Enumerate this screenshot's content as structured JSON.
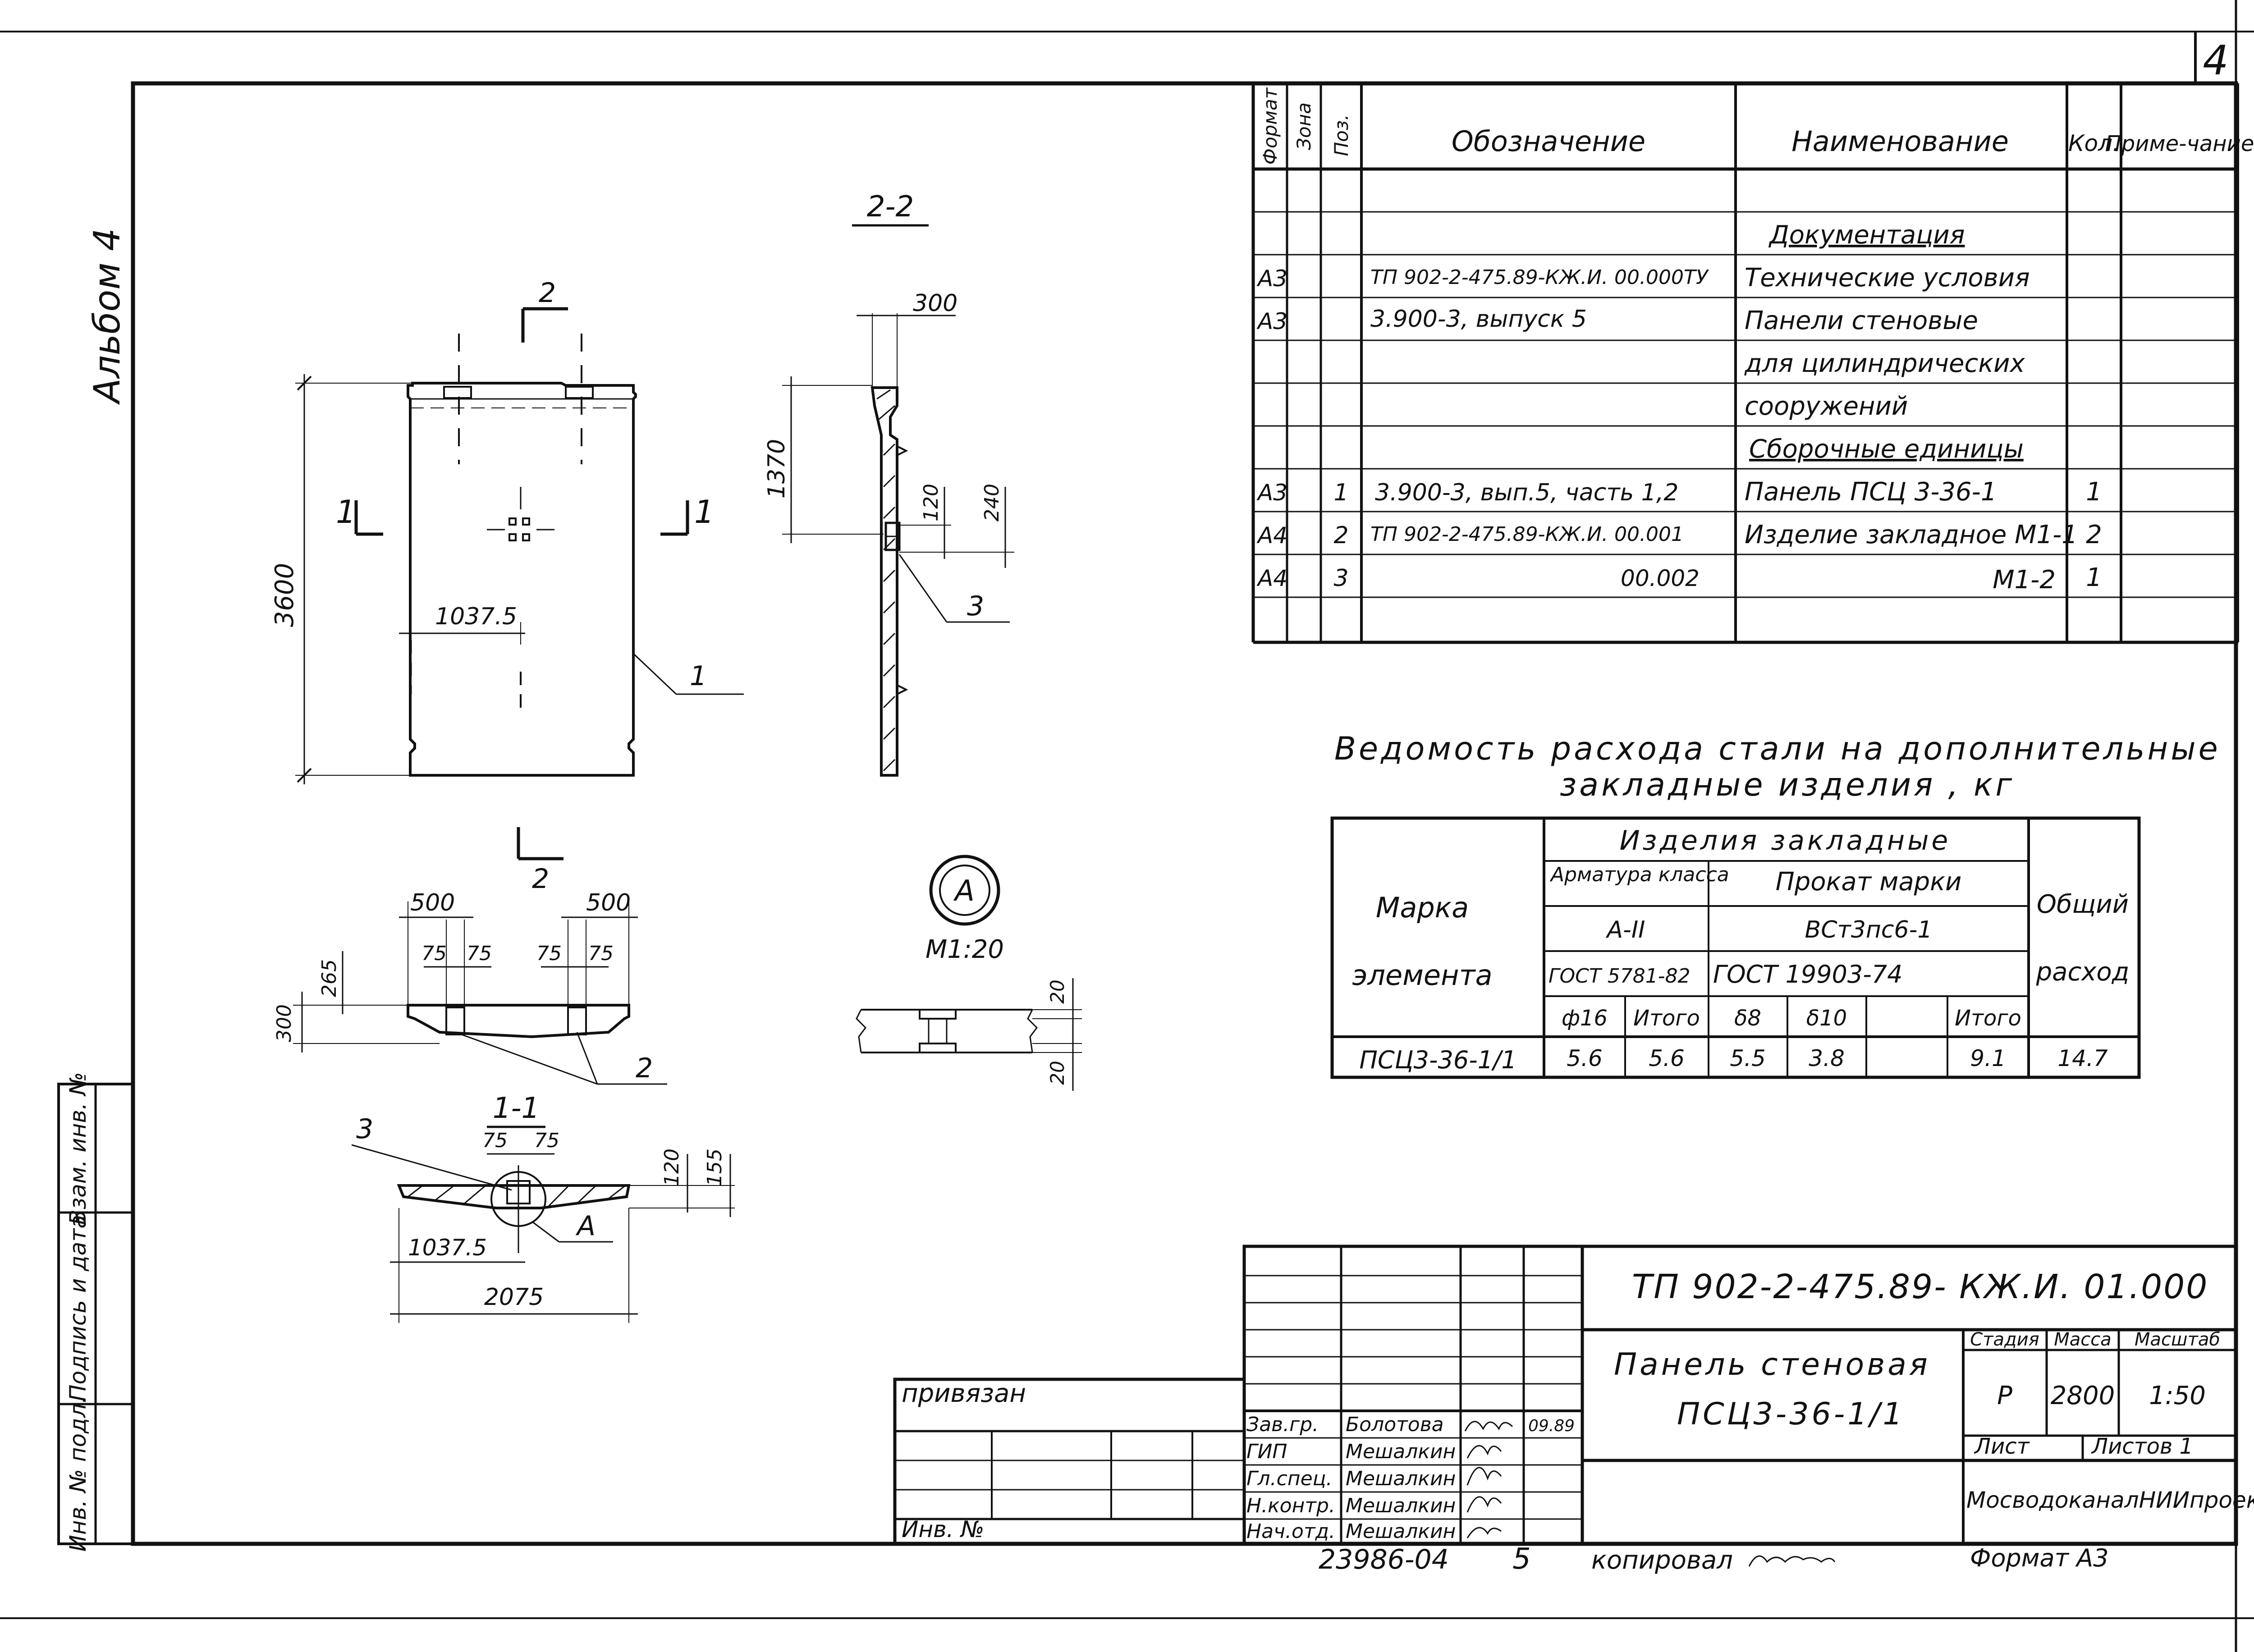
{
  "sheet": {
    "page_number": "4",
    "album": "Альбом 4"
  },
  "spec_table": {
    "headers": {
      "format": "Формат",
      "zone": "Зона",
      "pos": "Поз.",
      "designation": "Обозначение",
      "name": "Наименование",
      "qty": "Кол.",
      "note": "Приме-чание"
    },
    "rows": [
      {
        "format": "",
        "pos": "",
        "designation": "",
        "name": "",
        "qty": ""
      },
      {
        "format": "",
        "pos": "",
        "designation": "",
        "name": "Документация",
        "qty": ""
      },
      {
        "format": "А3",
        "pos": "",
        "designation": "ТП 902-2-475.89-КЖ.И. 00.000ТУ",
        "name": "Технические условия",
        "qty": ""
      },
      {
        "format": "А3",
        "pos": "",
        "designation": "3.900-3, выпуск 5",
        "name": "Панели стеновые",
        "qty": ""
      },
      {
        "format": "",
        "pos": "",
        "designation": "",
        "name": "для цилиндрических",
        "qty": ""
      },
      {
        "format": "",
        "pos": "",
        "designation": "",
        "name": "сооружений",
        "qty": ""
      },
      {
        "format": "",
        "pos": "",
        "designation": "",
        "name": "Сборочные единицы",
        "qty": ""
      },
      {
        "format": "А3",
        "pos": "1",
        "designation": "3.900-3, вып.5, часть 1,2",
        "name": "Панель ПСЦ 3-36-1",
        "qty": "1"
      },
      {
        "format": "А4",
        "pos": "2",
        "designation": "ТП 902-2-475.89-КЖ.И. 00.001",
        "name": "Изделие закладное М1-1",
        "qty": "2"
      },
      {
        "format": "А4",
        "pos": "3",
        "designation": "00.002",
        "name": "М1-2",
        "qty": "1"
      },
      {
        "format": "",
        "pos": "",
        "designation": "",
        "name": "",
        "qty": ""
      }
    ]
  },
  "steel_table": {
    "title_line1": "Ведомость расхода стали на дополнительные",
    "title_line2": "закладные изделия , кг",
    "h_mark1": "Марка",
    "h_mark2": "элемента",
    "h_items": "Изделия закладные",
    "h_rebar": "Арматура класса",
    "h_rolled": "Прокат марки",
    "h_total": "Общий",
    "h_total2": "расход",
    "rebar_class": "А-II",
    "steel_grade": "ВСт3пс6-1",
    "gost_rebar": "ГОСТ 5781-82",
    "gost_rolled": "ГОСТ 19903-74",
    "cols": [
      "ф16",
      "Итого",
      "δ8",
      "δ10",
      "",
      "Итого"
    ],
    "row": {
      "mark": "ПСЦ3-36-1/1",
      "vals": [
        "5.6",
        "5.6",
        "5.5",
        "3.8",
        "",
        "9.1"
      ],
      "total": "14.7"
    }
  },
  "drawing": {
    "sec22": "2-2",
    "sec11": "1-1",
    "cut2": "2",
    "cut1": "1",
    "dims": {
      "d3600": "3600",
      "d1037": "1037.5",
      "d300": "300",
      "d1370": "1370",
      "d120": "120",
      "d240": "240",
      "d500a": "500",
      "d500b": "500",
      "d75a": "75",
      "d75b": "75",
      "d75c": "75",
      "d75d": "75",
      "d265": "265",
      "d300b": "300",
      "d75e": "75",
      "d75f": "75",
      "d120b": "120",
      "d155": "155",
      "d1037b": "1037.5",
      "d2075": "2075",
      "d20a": "20",
      "d20b": "20"
    },
    "pos1": "1",
    "pos2": "2",
    "pos3": "3",
    "pos3b": "3",
    "nodeA": "А",
    "nodeA_label": "А",
    "scale_node": "М1:20"
  },
  "title_block": {
    "code": "ТП 902-2-475.89- КЖ.И. 01.000",
    "name1": "Панель стеновая",
    "name2": "ПСЦ3-36-1/1",
    "stage_h": "Стадия",
    "mass_h": "Масса",
    "scale_h": "Масштаб",
    "stage": "Р",
    "mass": "2800",
    "scale": "1:50",
    "sheet_h": "Лист",
    "sheets_h": "Листов 1",
    "org": "МосводоканалНИИпроект",
    "bound": "привязан",
    "inv": "Инв. №",
    "roles": [
      {
        "role": "Зав.гр.",
        "name": "Болотова",
        "date": "09.89"
      },
      {
        "role": "ГИП",
        "name": "Мешалкин",
        "date": ""
      },
      {
        "role": "Гл.спец.",
        "name": "Мешалкин",
        "date": ""
      },
      {
        "role": "Н.контр.",
        "name": "Мешалкин",
        "date": ""
      },
      {
        "role": "Нач.отд.",
        "name": "Мешалкин",
        "date": ""
      }
    ],
    "footer_num": "23986-04",
    "footer_5": "5",
    "copied": "копировал",
    "format": "Формат А3"
  },
  "side_strip": {
    "a": "Инв. № подл.",
    "b": "Подпись и дата",
    "c": "Взам. инв. №"
  }
}
